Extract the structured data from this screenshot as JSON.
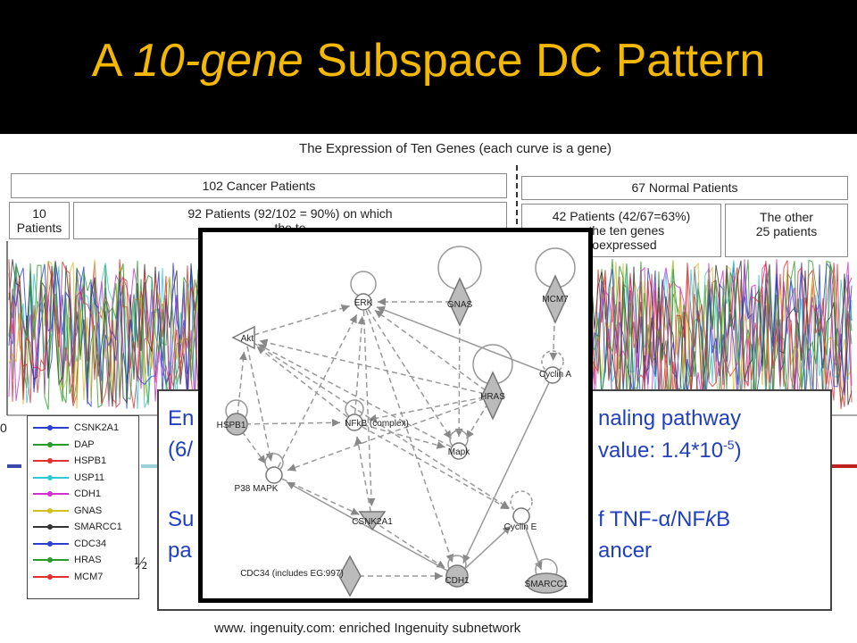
{
  "title": {
    "prefix": "A ",
    "italic": "10-gene",
    "suffix": " Subspace DC Pattern"
  },
  "chart": {
    "heading": "The Expression of Ten Genes (each curve is a gene)",
    "cancer_label": "102 Cancer Patients",
    "normal_label": "67 Normal Patients",
    "ten_patients": "10 Patients",
    "ninety_two_line1": "92 Patients (92/102 = 90%) on which",
    "ninety_two_line2": "the te",
    "forty_two_line1": "42 Patients (42/67=63%)",
    "forty_two_line2": "n the ten genes",
    "forty_two_line3": "coexpressed",
    "other_line1": "The other",
    "other_line2": "25 patients",
    "axis_zero": "0"
  },
  "legend": [
    {
      "name": "CSNK2A1",
      "color": "#2a3fd0"
    },
    {
      "name": "DAP",
      "color": "#2a9a2a"
    },
    {
      "name": "HSPB1",
      "color": "#e03030"
    },
    {
      "name": "USP11",
      "color": "#30c8d8"
    },
    {
      "name": "CDH1",
      "color": "#d030d0"
    },
    {
      "name": "GNAS",
      "color": "#d0c020"
    },
    {
      "name": "SMARCC1",
      "color": "#333333"
    },
    {
      "name": "CDC34",
      "color": "#2a3fd0"
    },
    {
      "name": "HRAS",
      "color": "#2a9a2a"
    },
    {
      "name": "MCM7",
      "color": "#e03030"
    }
  ],
  "insight": {
    "line1_left": "En",
    "line1_right": "naling pathway",
    "line2_left": "(6/",
    "line2_right_prefix": "value: 1.4*10",
    "line2_right_sup": "-5",
    "line2_right_suffix": ")",
    "line3_left": "Su",
    "line3_right_prefix": "f TNF-α/NF",
    "line3_right_italic": "k",
    "line3_right_suffix": "B",
    "line4_left": "pa",
    "line4_right": "ancer",
    "stray_char": "½"
  },
  "network": {
    "nodes": [
      {
        "id": "ERK",
        "label": "ERK"
      },
      {
        "id": "GNAS",
        "label": "GNAS"
      },
      {
        "id": "MCM7",
        "label": "MCM7"
      },
      {
        "id": "Akt",
        "label": "Akt"
      },
      {
        "id": "HRAS",
        "label": "HRAS"
      },
      {
        "id": "CyclinA",
        "label": "Cyclin A"
      },
      {
        "id": "HSPB1",
        "label": "HSPB1"
      },
      {
        "id": "NFkB",
        "label": "NFkB (complex)"
      },
      {
        "id": "Mapk",
        "label": "Mapk"
      },
      {
        "id": "P38",
        "label": "P38 MAPK"
      },
      {
        "id": "CSNK2A1",
        "label": "CSNK2A1"
      },
      {
        "id": "CyclinE",
        "label": "Cyclin E"
      },
      {
        "id": "CDC34",
        "label": "CDC34 (includes EG:997)"
      },
      {
        "id": "CDH1",
        "label": "CDH1"
      },
      {
        "id": "SMARCC1",
        "label": "SMARCC1"
      }
    ]
  },
  "footer": "www. ingenuity.com: enriched Ingenuity subnetwork"
}
